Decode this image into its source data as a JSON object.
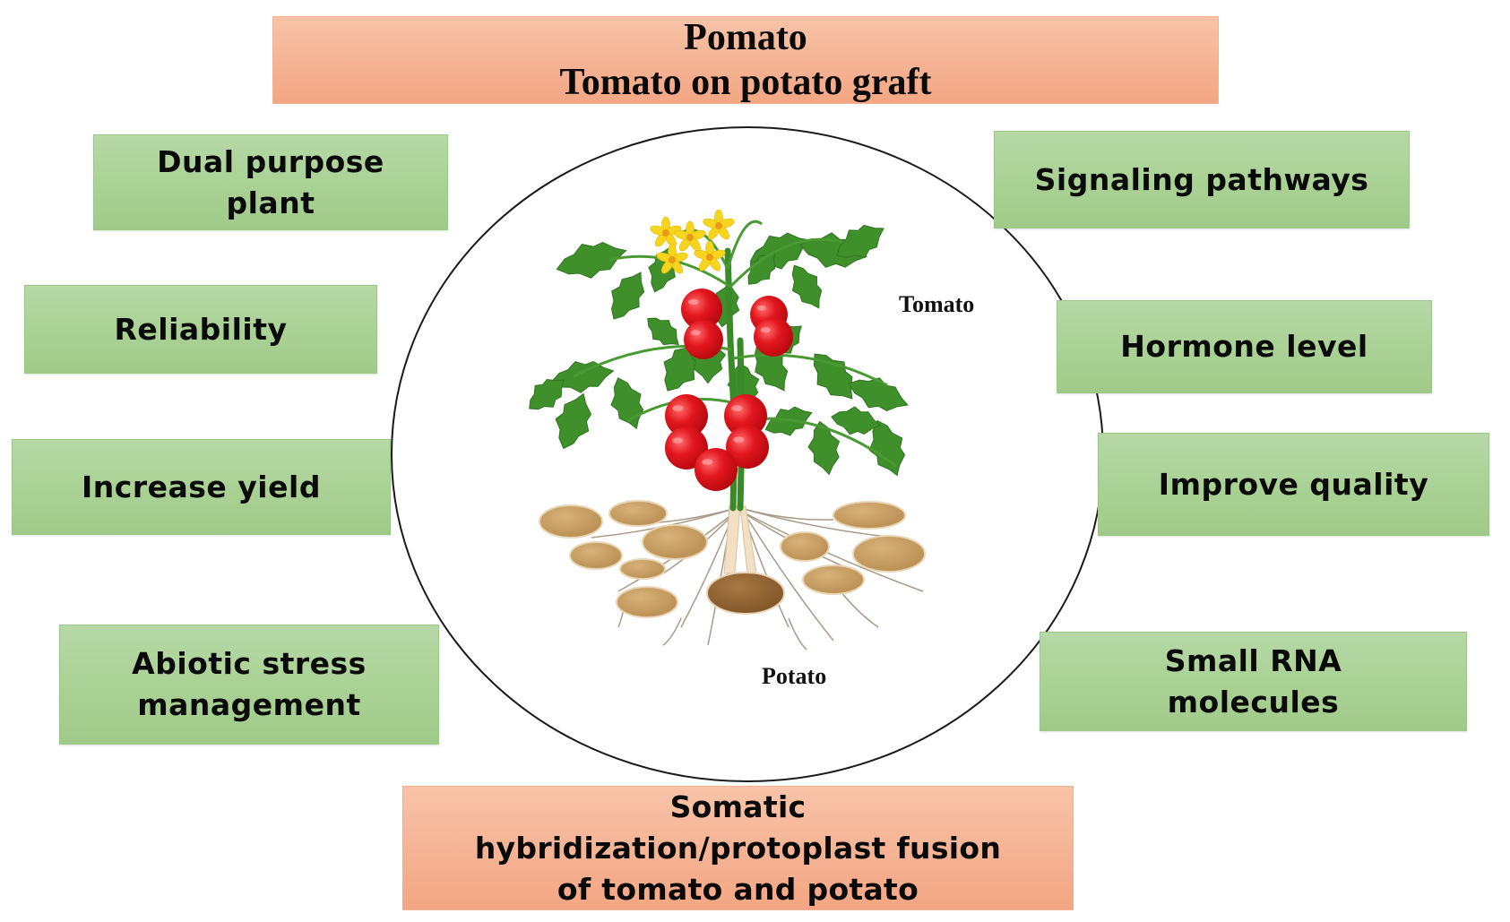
{
  "title_box": {
    "line1": "Pomato",
    "line2": "Tomato on potato graft"
  },
  "left_boxes": [
    {
      "lines": [
        "Dual purpose",
        "plant"
      ]
    },
    {
      "lines": [
        "Reliability"
      ]
    },
    {
      "lines": [
        "Increase yield"
      ]
    },
    {
      "lines": [
        "Abiotic stress",
        "management"
      ]
    }
  ],
  "right_boxes": [
    {
      "lines": [
        "Signaling pathways"
      ]
    },
    {
      "lines": [
        "Hormone level"
      ]
    },
    {
      "lines": [
        "Improve quality"
      ]
    },
    {
      "lines": [
        "Small RNA",
        "molecules"
      ]
    }
  ],
  "bottom_box": {
    "lines": [
      "Somatic",
      "hybridization/protoplast fusion",
      "of tomato and potato"
    ]
  },
  "illustration": {
    "top_label": "Tomato",
    "bottom_label": "Potato"
  },
  "colors": {
    "green_box": "#a9d194",
    "orange_box": "#f5b496",
    "tomato_fruit": "#e0141c",
    "leaf": "#3f8f2a",
    "flower": "#f7d51e",
    "potato": "#c49a5c",
    "circle_stroke": "#1a1a1a"
  }
}
